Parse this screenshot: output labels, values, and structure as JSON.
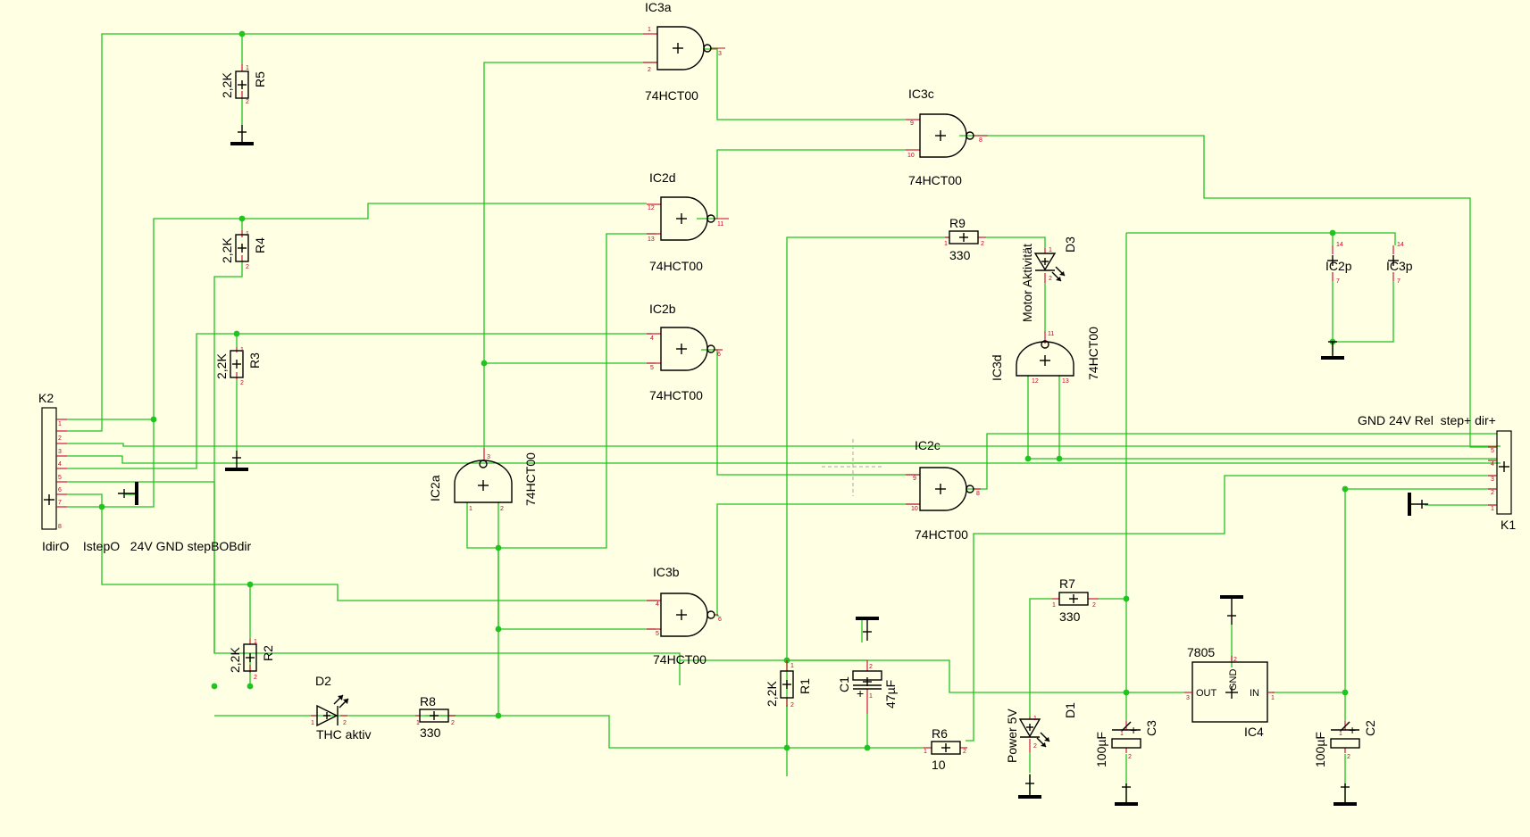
{
  "gates": {
    "ic3a": {
      "name": "IC3a",
      "value": "74HCT00",
      "pins": [
        "1",
        "2",
        "3"
      ]
    },
    "ic3c": {
      "name": "IC3c",
      "value": "74HCT00",
      "pins": [
        "9",
        "10",
        "8"
      ]
    },
    "ic2d": {
      "name": "IC2d",
      "value": "74HCT00",
      "pins": [
        "12",
        "13",
        "11"
      ]
    },
    "ic2b": {
      "name": "IC2b",
      "value": "74HCT00",
      "pins": [
        "4",
        "5",
        "6"
      ]
    },
    "ic2c": {
      "name": "IC2c",
      "value": "74HCT00",
      "pins": [
        "9",
        "10",
        "8"
      ]
    },
    "ic3b": {
      "name": "IC3b",
      "value": "74HCT00",
      "pins": [
        "4",
        "5",
        "6"
      ]
    },
    "ic2a": {
      "name": "IC2a",
      "value": "74HCT00",
      "pins": [
        "1",
        "2",
        "3"
      ]
    },
    "ic3d": {
      "name": "IC3d",
      "value": "74HCT00",
      "pins": [
        "12",
        "13",
        "11"
      ]
    }
  },
  "resistors": {
    "r5": {
      "name": "R5",
      "value": "2,2K"
    },
    "r4": {
      "name": "R4",
      "value": "2,2K"
    },
    "r3": {
      "name": "R3",
      "value": "2,2K"
    },
    "r2": {
      "name": "R2",
      "value": "2,2K"
    },
    "r1": {
      "name": "R1",
      "value": "2,2K"
    },
    "r9": {
      "name": "R9",
      "value": "330"
    },
    "r8": {
      "name": "R8",
      "value": "330"
    },
    "r7": {
      "name": "R7",
      "value": "330"
    },
    "r6": {
      "name": "R6",
      "value": "10"
    }
  },
  "leds": {
    "d3": {
      "name": "D3",
      "value": "Motor Aktivität"
    },
    "d2": {
      "name": "D2",
      "value": "THC aktiv"
    },
    "d1": {
      "name": "D1",
      "value": "Power 5V"
    }
  },
  "capacitors": {
    "c1": {
      "name": "C1",
      "value": "47µF"
    },
    "c3": {
      "name": "C3",
      "value": "100µF"
    },
    "c2": {
      "name": "C2",
      "value": "100µF"
    }
  },
  "regulator": {
    "name": "IC4",
    "value": "7805",
    "pins": {
      "out": "OUT",
      "in": "IN",
      "gnd": "GND"
    },
    "pin_numbers": [
      "3",
      "2",
      "1"
    ]
  },
  "power_units": {
    "ic2p": "IC2p",
    "ic3p": "IC3p",
    "pins": [
      "14",
      "7"
    ]
  },
  "connectors": {
    "k2": {
      "name": "K2",
      "caption": "IdirO    IstepO   24V GND stepBOBdir",
      "pins": [
        "1",
        "2",
        "3",
        "4",
        "5",
        "6",
        "7",
        "8"
      ]
    },
    "k1": {
      "name": "K1",
      "caption": "GND 24V Rel  step+ dir+",
      "pins": [
        "5",
        "4",
        "3",
        "2",
        "1"
      ]
    }
  },
  "pin_labels": {
    "one": "1",
    "two": "2",
    "plus": "+"
  },
  "colors": {
    "background": "#ffffe3",
    "wire": "#1fc41f",
    "pin": "#c8002a",
    "symbol": "#000000"
  }
}
